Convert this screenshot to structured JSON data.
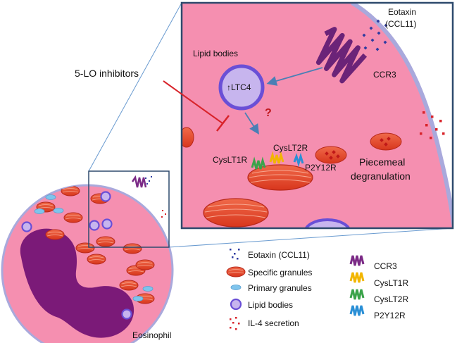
{
  "diagram": {
    "inhibitor_label": "5-LO inhibitors",
    "lipid_bodies_label": "Lipid bodies",
    "ltc4_label": "↑LTC4",
    "question_mark": "?",
    "eotaxin_label_line1": "Eotaxin",
    "eotaxin_label_line2": "(CCL11)",
    "ccr3_label": "CCR3",
    "cyslt1r_label": "CysLT1R",
    "cyslt2r_label": "CysLT2R",
    "p2y12r_label": "P2Y12R",
    "piecemeal_line1": "Piecemeal",
    "piecemeal_line2": "degranulation",
    "cell_label": "Eosinophil"
  },
  "legend": {
    "left": [
      {
        "label": "Eotaxin (CCL11)",
        "icon": "eotaxin-dots-icon"
      },
      {
        "label": "Specific granules",
        "icon": "specific-granule-icon"
      },
      {
        "label": "Primary granules",
        "icon": "primary-granule-icon"
      },
      {
        "label": "Lipid bodies",
        "icon": "lipid-body-icon"
      },
      {
        "label": "IL-4 secretion",
        "icon": "il4-dots-icon"
      }
    ],
    "right": [
      {
        "label": "CCR3",
        "icon": "ccr3-receptor-icon",
        "color": "#7b2a86"
      },
      {
        "label": "CysLT1R",
        "icon": "cyslt1r-receptor-icon",
        "color": "#f2b600"
      },
      {
        "label": "CysLT2R",
        "icon": "cyslt2r-receptor-icon",
        "color": "#3aa34a"
      },
      {
        "label": "P2Y12R",
        "icon": "p2y12r-receptor-icon",
        "color": "#2a8fd6"
      }
    ]
  },
  "colors": {
    "cytoplasm": "#f58fb0",
    "membrane": "#a9a9dc",
    "nucleus": "#7b1a78",
    "granule": "#e8472c",
    "inhibitor_red": "#d8232a",
    "arrow_blue": "#4a7fb5"
  }
}
